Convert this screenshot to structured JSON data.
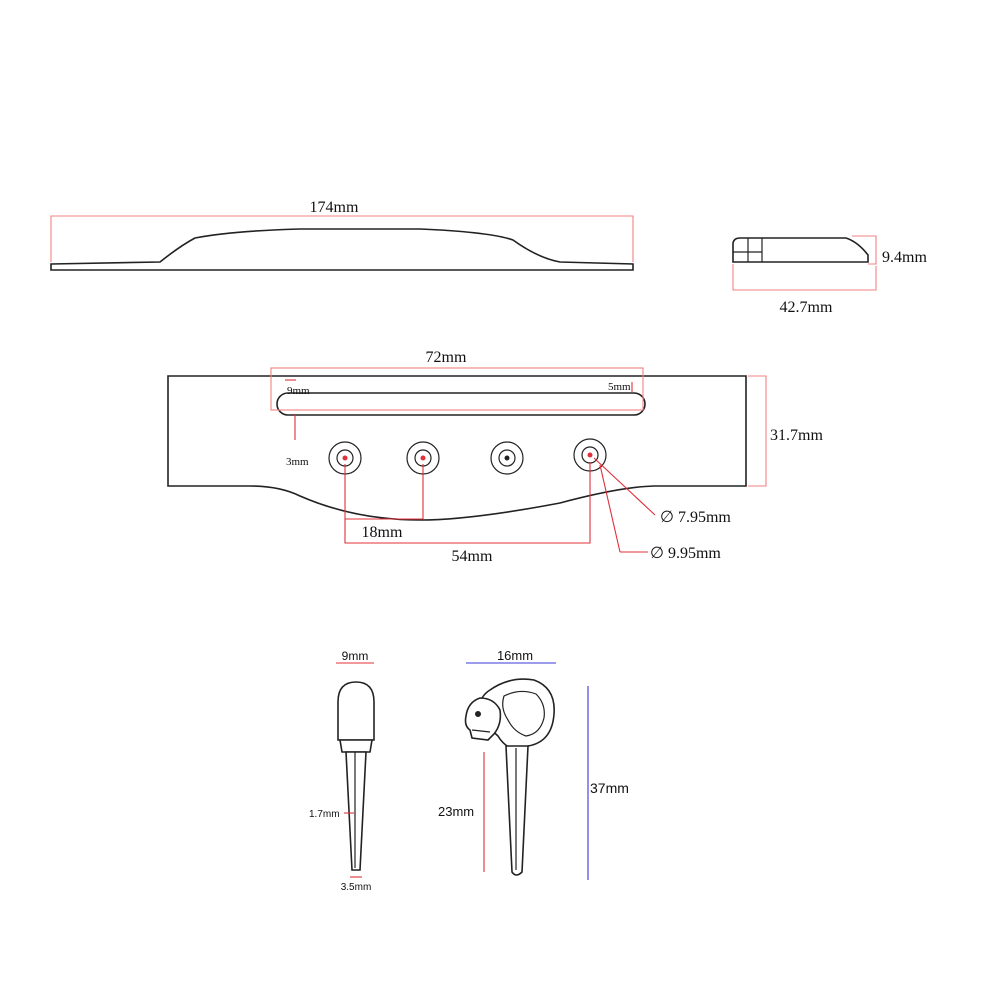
{
  "diagram": {
    "bridge_side_view": {
      "length_label": "174mm"
    },
    "bridge_end_view": {
      "height_label": "9.4mm",
      "width_label": "42.7mm"
    },
    "bridge_top_view": {
      "slot_length_label": "72mm",
      "slot_left_label": "9mm",
      "slot_right_label": "5mm",
      "slot_offset_label": "3mm",
      "height_label": "31.7mm",
      "hole_spacing_label": "18mm",
      "hole_span_label": "54mm",
      "inner_hole_label": "∅ 7.95mm",
      "outer_hole_label": "∅ 9.95mm"
    },
    "plain_pin": {
      "head_width_label": "9mm",
      "shaft_mid_label": "1.7mm",
      "shaft_tip_label": "3.5mm"
    },
    "skull_pin": {
      "head_width_label": "16mm",
      "shaft_length_label": "23mm",
      "total_length_label": "37mm"
    }
  },
  "colors": {
    "outline": "#222222",
    "dimension_red": "#e0303a",
    "dimension_blue": "#3a3ad8"
  }
}
